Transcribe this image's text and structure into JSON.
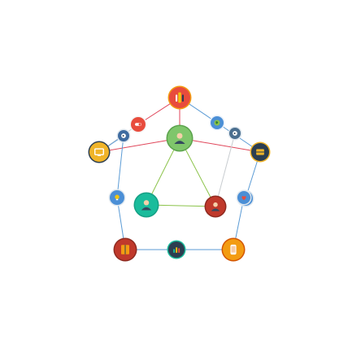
{
  "diagram": {
    "type": "network",
    "colors": {
      "background": "#ffffff",
      "edge_red": "#e0465a",
      "edge_blue": "#5b9bd5",
      "edge_green": "#8bc34a",
      "edge_gray": "#c8ccd0"
    },
    "nodes": [
      {
        "id": "palette",
        "icon": "palette-icon",
        "color": "#e84c3d",
        "ring": "#f39c12",
        "radius": 13
      },
      {
        "id": "toggle",
        "icon": "toggle-icon",
        "color": "#e84c3d",
        "ring": "#f5f5f5",
        "radius": 9
      },
      {
        "id": "globe",
        "icon": "globe-icon",
        "color": "#4b8fd6",
        "ring": "#e8f0fa",
        "radius": 8
      },
      {
        "id": "monitor",
        "icon": "monitor-icon",
        "color": "#f0b429",
        "ring": "#2c3e50",
        "radius": 12
      },
      {
        "id": "hub-user",
        "icon": "user-icon",
        "color": "#7fc66b",
        "ring": "#5aa24b",
        "radius": 15
      },
      {
        "id": "boxes",
        "icon": "boxes-icon",
        "color": "#2c3e50",
        "ring": "#f0b429",
        "radius": 11
      },
      {
        "id": "chat-right",
        "icon": "chat-icon",
        "color": "#4b6f8f",
        "ring": "#e0e8ef",
        "radius": 7
      },
      {
        "id": "cloud-gear",
        "icon": "cloud-gear-icon",
        "color": "#4b8fd6",
        "ring": "#e0e8ef",
        "radius": 9
      },
      {
        "id": "chat-left",
        "icon": "chat-icon",
        "color": "#3e6ba0",
        "ring": "#e0e8ef",
        "radius": 7
      },
      {
        "id": "user-left",
        "icon": "user-icon",
        "color": "#1abc9c",
        "ring": "#16a085",
        "radius": 14
      },
      {
        "id": "user-right",
        "icon": "user-icon",
        "color": "#c0392b",
        "ring": "#8e2a20",
        "radius": 12
      },
      {
        "id": "bulb",
        "icon": "bulb-icon",
        "color": "#4b8fd6",
        "ring": "#e0e8ef",
        "radius": 9
      },
      {
        "id": "heart",
        "icon": "heart-icon",
        "color": "#4b8fd6",
        "ring": "#e0e8ef",
        "radius": 8
      },
      {
        "id": "book",
        "icon": "book-icon",
        "color": "#c0392b",
        "ring": "#8e2a20",
        "radius": 13
      },
      {
        "id": "chart",
        "icon": "chart-icon",
        "color": "#2c3e50",
        "ring": "#1abc9c",
        "radius": 10
      },
      {
        "id": "mobile",
        "icon": "mobile-icon",
        "color": "#f39c12",
        "ring": "#d35400",
        "radius": 13
      }
    ],
    "edges": [
      {
        "from": "palette",
        "to": "toggle",
        "color": "#e0465a"
      },
      {
        "from": "palette",
        "to": "globe",
        "color": "#5b9bd5"
      },
      {
        "from": "palette",
        "to": "hub-user",
        "color": "#e0465a"
      },
      {
        "from": "toggle",
        "to": "monitor",
        "color": "#c8ccd0"
      },
      {
        "from": "globe",
        "to": "boxes",
        "color": "#5b9bd5"
      },
      {
        "from": "monitor",
        "to": "hub-user",
        "color": "#e0465a"
      },
      {
        "from": "hub-user",
        "to": "boxes",
        "color": "#e0465a"
      },
      {
        "from": "hub-user",
        "to": "user-left",
        "color": "#8bc34a"
      },
      {
        "from": "hub-user",
        "to": "user-right",
        "color": "#8bc34a"
      },
      {
        "from": "user-left",
        "to": "user-right",
        "color": "#8bc34a"
      },
      {
        "from": "monitor",
        "to": "chat-left",
        "color": "#5b9bd5"
      },
      {
        "from": "boxes",
        "to": "cloud-gear",
        "color": "#5b9bd5"
      },
      {
        "from": "chat-left",
        "to": "bulb",
        "color": "#5b9bd5"
      },
      {
        "from": "cloud-gear",
        "to": "heart",
        "color": "#5b9bd5"
      },
      {
        "from": "bulb",
        "to": "book",
        "color": "#5b9bd5"
      },
      {
        "from": "heart",
        "to": "mobile",
        "color": "#5b9bd5"
      },
      {
        "from": "book",
        "to": "chart",
        "color": "#5b9bd5"
      },
      {
        "from": "chart",
        "to": "mobile",
        "color": "#5b9bd5"
      },
      {
        "from": "user-right",
        "to": "chat-right",
        "color": "#c8ccd0"
      }
    ]
  }
}
